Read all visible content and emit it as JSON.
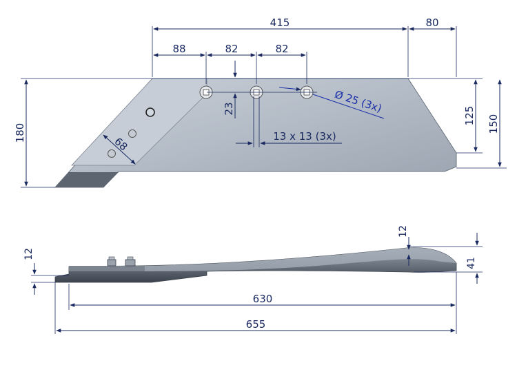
{
  "top_view": {
    "dim_415": "415",
    "dim_80": "80",
    "dim_88": "88",
    "dim_82_a": "82",
    "dim_82_b": "82",
    "dim_23": "23",
    "dim_180": "180",
    "dim_125": "125",
    "dim_150": "150",
    "dim_68": "68",
    "dim_hole": "Ø 25 (3x)",
    "dim_square": "13 x 13 (3x)"
  },
  "side_view": {
    "dim_12_left": "12",
    "dim_12_top": "12",
    "dim_41": "41",
    "dim_630": "630",
    "dim_655": "655"
  },
  "colors": {
    "steel_light": "#b9c1cb",
    "steel_dark": "#4a5260",
    "dimension": "#1a2a60",
    "accent_blue": "#1a2fa8"
  }
}
